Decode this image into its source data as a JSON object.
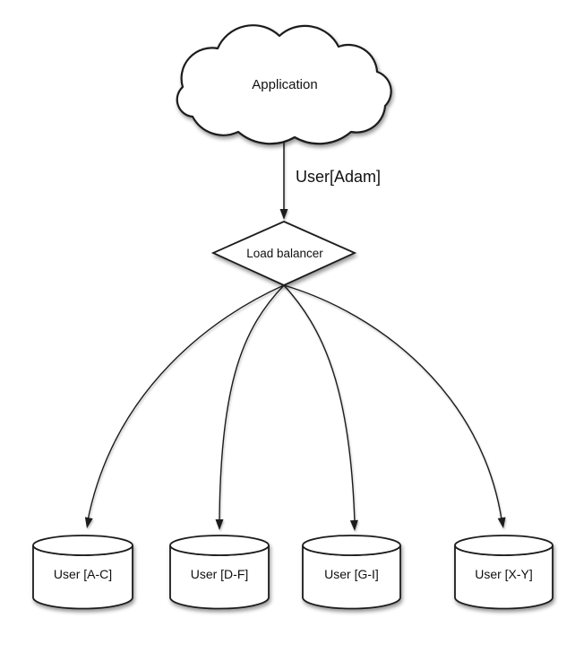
{
  "diagram": {
    "type": "flowchart",
    "background_color": "#ffffff",
    "stroke_color": "#1c1c1c",
    "shape_fill_color": "#ffffff",
    "text_color": "#111111",
    "nodes": {
      "application": {
        "label": "Application",
        "shape": "cloud"
      },
      "load_balancer": {
        "label": "Load balancer",
        "shape": "diamond"
      },
      "shards": [
        {
          "label": "User [A-C]",
          "shape": "cylinder"
        },
        {
          "label": "User [D-F]",
          "shape": "cylinder"
        },
        {
          "label": "User [G-I]",
          "shape": "cylinder"
        },
        {
          "label": "User [X-Y]",
          "shape": "cylinder"
        }
      ]
    },
    "edges": [
      {
        "from": "application",
        "to": "load_balancer",
        "label": "User[Adam]"
      },
      {
        "from": "load_balancer",
        "to": "shard-0",
        "label": ""
      },
      {
        "from": "load_balancer",
        "to": "shard-1",
        "label": ""
      },
      {
        "from": "load_balancer",
        "to": "shard-2",
        "label": ""
      },
      {
        "from": "load_balancer",
        "to": "shard-3",
        "label": ""
      }
    ]
  }
}
